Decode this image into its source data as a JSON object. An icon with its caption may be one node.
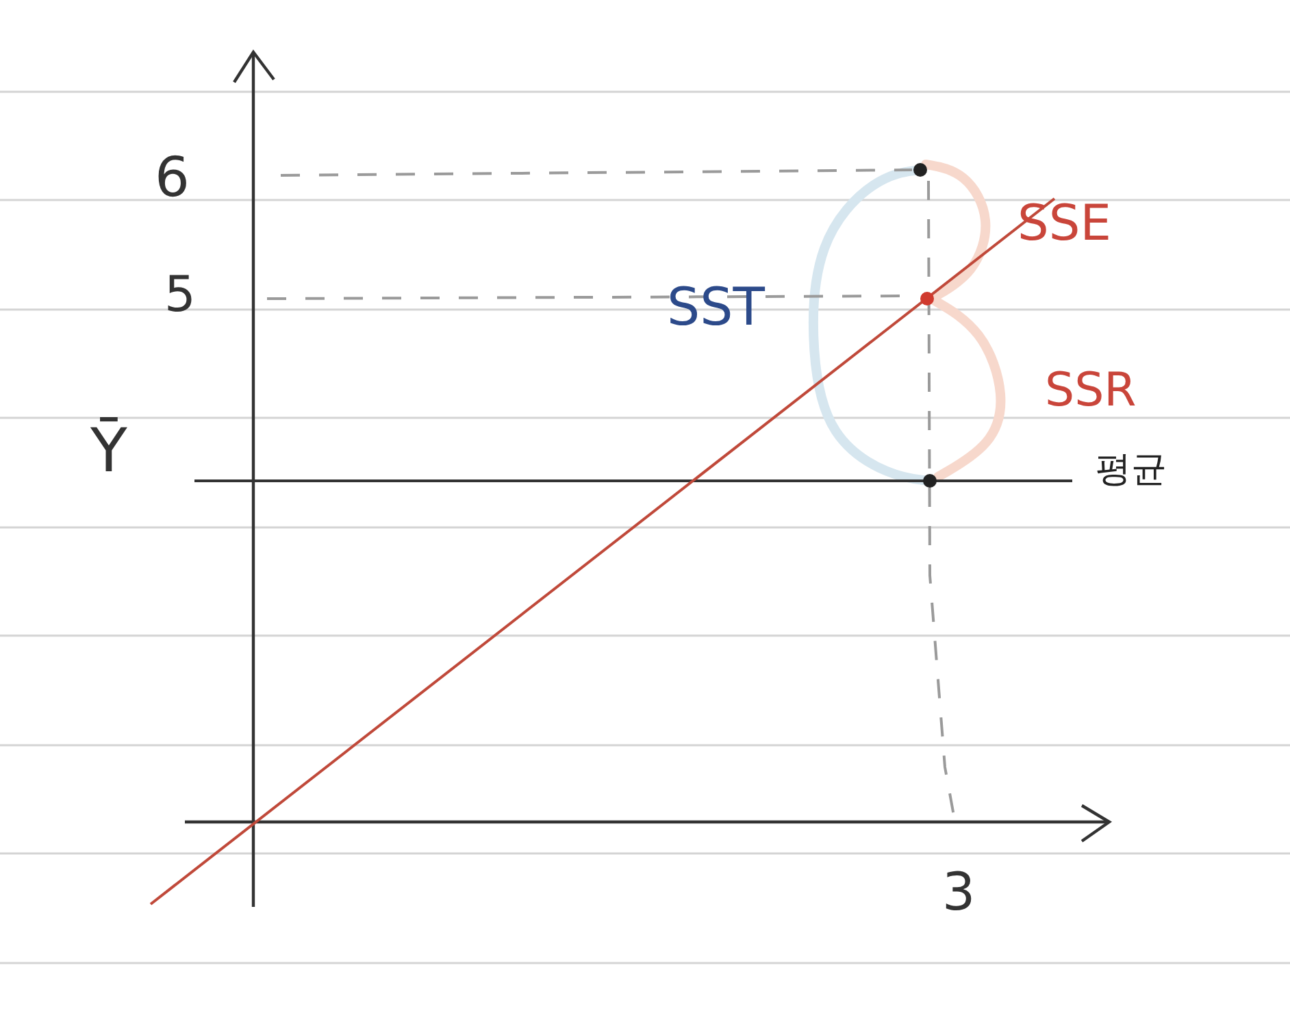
{
  "diagram": {
    "labels": [
      "6",
      "SSE",
      "5",
      "SST",
      "SSR",
      "Ȳ",
      "평균",
      "3"
    ]
  }
}
